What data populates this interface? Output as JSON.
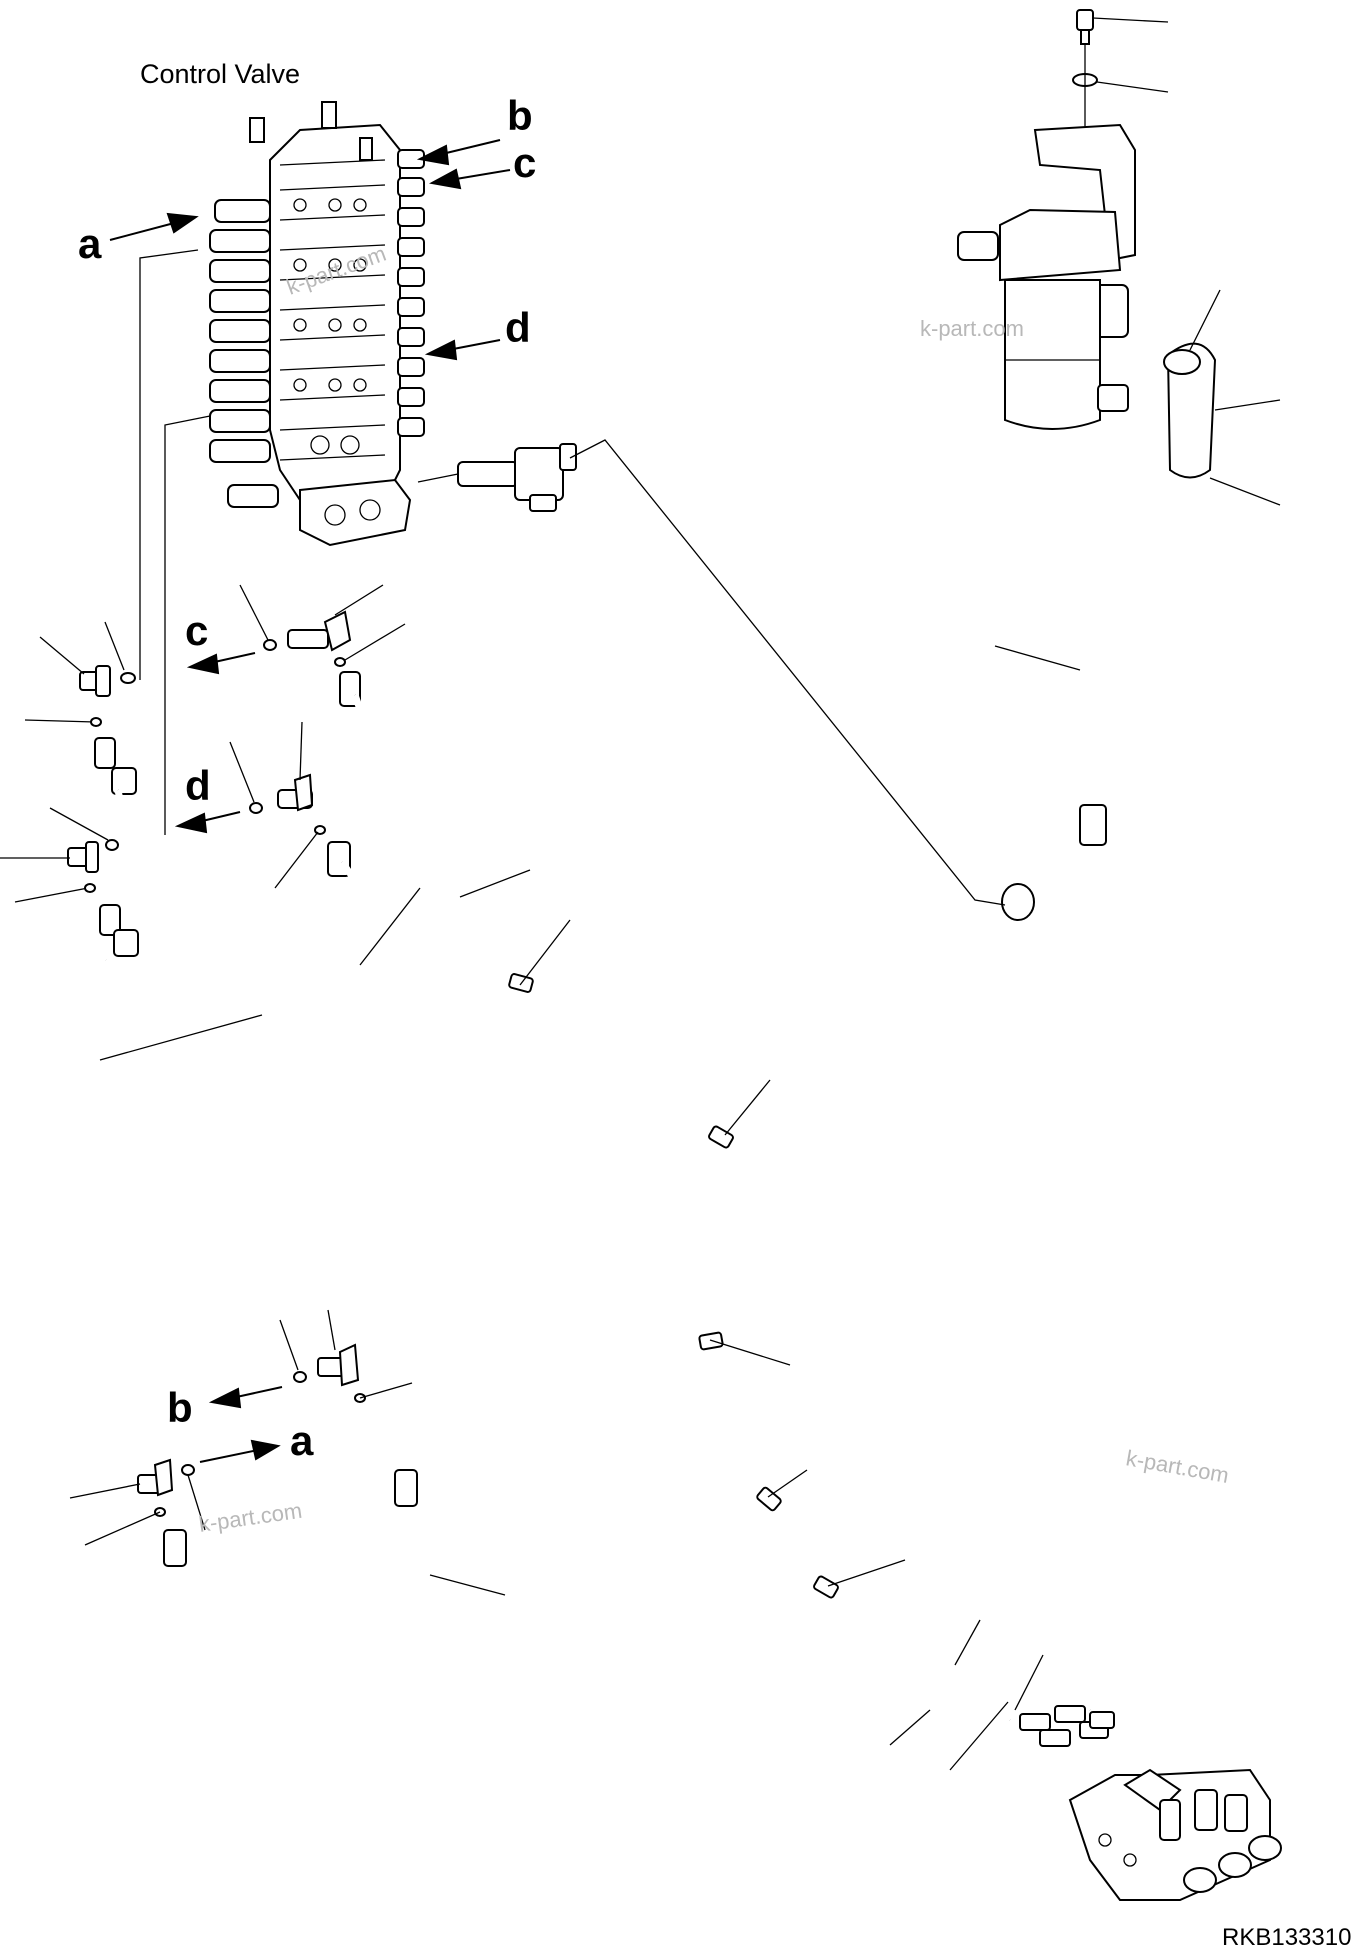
{
  "caption": "Control Valve",
  "drawing_code": "RKB133310",
  "watermark": "k-part.com",
  "labels": {
    "a": "a",
    "b": "b",
    "c": "c",
    "d": "d"
  }
}
